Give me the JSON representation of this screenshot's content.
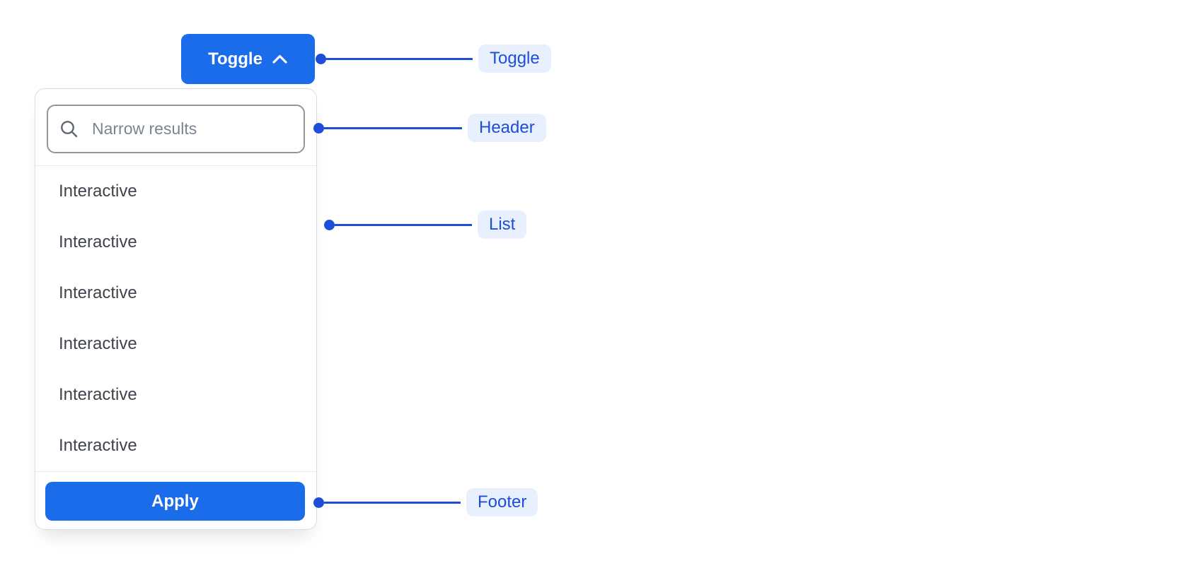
{
  "toggle_button": {
    "label": "Toggle",
    "icon": "chevron-up-icon"
  },
  "dropdown": {
    "header": {
      "icon": "search-icon",
      "search_placeholder": "Narrow results",
      "search_value": ""
    },
    "list": {
      "items": [
        "Interactive",
        "Interactive",
        "Interactive",
        "Interactive",
        "Interactive",
        "Interactive"
      ]
    },
    "footer": {
      "apply_label": "Apply"
    }
  },
  "annotations": [
    {
      "label": "Toggle"
    },
    {
      "label": "Header"
    },
    {
      "label": "List"
    },
    {
      "label": "Footer"
    }
  ],
  "colors": {
    "accent_blue": "#1b6cea",
    "annotation_blue": "#1d4ed8",
    "badge_background": "#e9f0fd",
    "panel_border": "#d9dce2",
    "item_text": "#3f434b",
    "placeholder_text": "#7c8492"
  }
}
